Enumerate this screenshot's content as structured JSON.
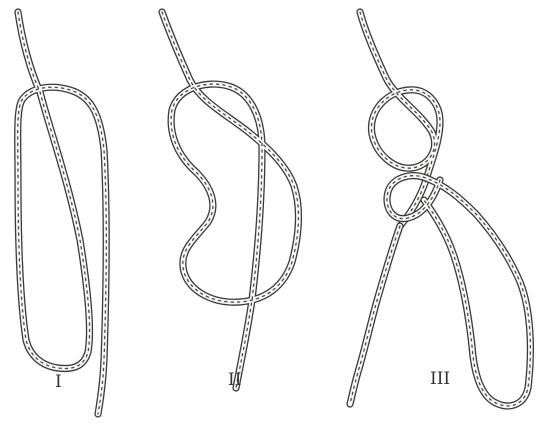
{
  "figure": {
    "stages": [
      {
        "id": "stage-1",
        "label": "I"
      },
      {
        "id": "stage-2",
        "label": "II"
      },
      {
        "id": "stage-3",
        "label": "III"
      }
    ]
  },
  "colors": {
    "background": "#ffffff",
    "rope_fill": "#f7f7f5",
    "rope_outline": "#3a3a3a",
    "rope_twist": "#4a4a4a",
    "label": "#333333"
  }
}
